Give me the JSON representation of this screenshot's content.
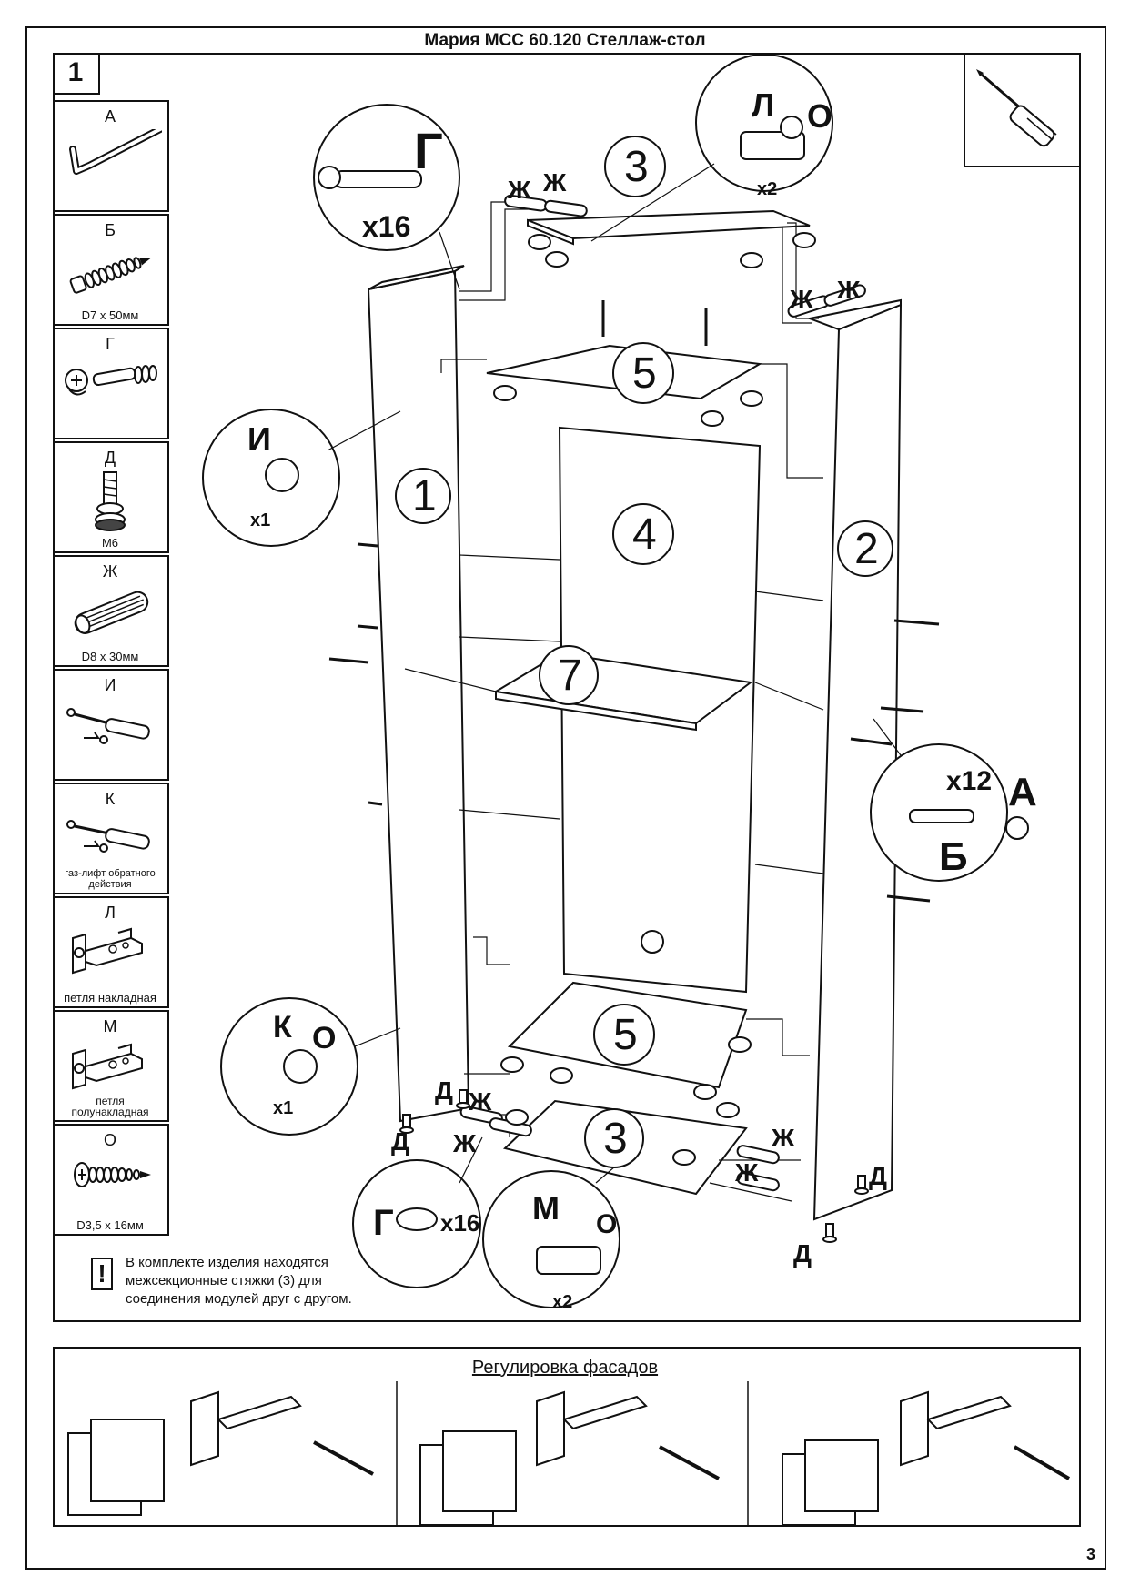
{
  "header": {
    "title": "Мария МСС 60.120 Стеллаж-стол",
    "step_number": "1",
    "page_number": "3"
  },
  "parts": [
    {
      "letter": "А",
      "caption": "",
      "icon": "allen-key-icon"
    },
    {
      "letter": "Б",
      "caption": "D7 x 50мм",
      "icon": "confirmat-screw-icon"
    },
    {
      "letter": "Г",
      "caption": "",
      "icon": "cam-fitting-icon"
    },
    {
      "letter": "Д",
      "caption": "М6",
      "icon": "adjustable-foot-icon"
    },
    {
      "letter": "Ж",
      "caption": "D8 x 30мм",
      "icon": "wooden-dowel-icon"
    },
    {
      "letter": "И",
      "caption": "",
      "icon": "gas-lift-icon"
    },
    {
      "letter": "К",
      "caption": "газ-лифт обратного действия",
      "icon": "reverse-gas-lift-icon"
    },
    {
      "letter": "Л",
      "caption": "петля накладная",
      "icon": "overlay-hinge-icon"
    },
    {
      "letter": "М",
      "caption": "петля полунакладная",
      "icon": "half-overlay-hinge-icon"
    },
    {
      "letter": "О",
      "caption": "D3,5 x 16мм",
      "icon": "wood-screw-icon"
    }
  ],
  "notice": {
    "line1": "В комплекте изделия находятся",
    "line2": "межсекционные стяжки (3) для",
    "line3": "соединения модулей друг с другом."
  },
  "callouts": {
    "top_left_letter": "Г",
    "top_left_qty": "x16",
    "top_right_l": "Л",
    "top_right_o": "О",
    "top_right_qty": "x2",
    "left_mid_letter": "И",
    "left_mid_qty": "x1",
    "right_mid_qty": "x12",
    "right_mid_a": "А",
    "right_mid_b": "Б",
    "left_low_k": "К",
    "left_low_o": "О",
    "left_low_qty": "x1",
    "bottom_left_letter": "Г",
    "bottom_left_qty": "x16",
    "bottom_right_m": "М",
    "bottom_right_o": "О",
    "bottom_right_qty": "x2"
  },
  "panel_numbers": {
    "p1": "1",
    "p2": "2",
    "p3_top": "3",
    "p3_bottom": "3",
    "p4": "4",
    "p5_top": "5",
    "p5_bottom": "5",
    "p7": "7"
  },
  "fastener_labels": {
    "zh": "Ж",
    "d": "Д"
  },
  "adjustment": {
    "title": "Регулировка фасадов"
  }
}
